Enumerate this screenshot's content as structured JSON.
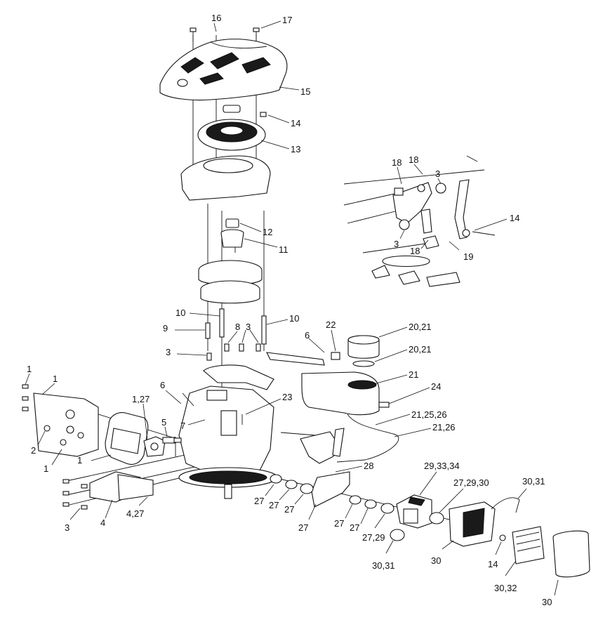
{
  "diagram": {
    "callouts": [
      {
        "id": "c16",
        "label": "16"
      },
      {
        "id": "c17",
        "label": "17"
      },
      {
        "id": "c15",
        "label": "15"
      },
      {
        "id": "c14a",
        "label": "14"
      },
      {
        "id": "c13",
        "label": "13"
      },
      {
        "id": "c12",
        "label": "12"
      },
      {
        "id": "c11",
        "label": "11"
      },
      {
        "id": "c10a",
        "label": "10"
      },
      {
        "id": "c10b",
        "label": "10"
      },
      {
        "id": "c9",
        "label": "9"
      },
      {
        "id": "c8",
        "label": "8"
      },
      {
        "id": "c3a",
        "label": "3"
      },
      {
        "id": "c3b",
        "label": "3"
      },
      {
        "id": "c6a",
        "label": "6"
      },
      {
        "id": "c22",
        "label": "22"
      },
      {
        "id": "c20a",
        "label": "20,21"
      },
      {
        "id": "c20b",
        "label": "20,21"
      },
      {
        "id": "c21a",
        "label": "21"
      },
      {
        "id": "c24",
        "label": "24"
      },
      {
        "id": "c21b",
        "label": "21,25,26"
      },
      {
        "id": "c21c",
        "label": "21,26"
      },
      {
        "id": "c23",
        "label": "23"
      },
      {
        "id": "c6b",
        "label": "6"
      },
      {
        "id": "c7",
        "label": "7"
      },
      {
        "id": "c5",
        "label": "5"
      },
      {
        "id": "c127",
        "label": "1,27"
      },
      {
        "id": "c1a",
        "label": "1"
      },
      {
        "id": "c1b",
        "label": "1"
      },
      {
        "id": "c1c",
        "label": "1"
      },
      {
        "id": "c1d",
        "label": "1"
      },
      {
        "id": "c2",
        "label": "2"
      },
      {
        "id": "c3c",
        "label": "3"
      },
      {
        "id": "c4",
        "label": "4"
      },
      {
        "id": "c427",
        "label": "4,27"
      },
      {
        "id": "c28",
        "label": "28"
      },
      {
        "id": "c27a",
        "label": "27"
      },
      {
        "id": "c27b",
        "label": "27"
      },
      {
        "id": "c27c",
        "label": "27"
      },
      {
        "id": "c27d",
        "label": "27"
      },
      {
        "id": "c27e",
        "label": "27"
      },
      {
        "id": "c27f",
        "label": "27"
      },
      {
        "id": "c2729",
        "label": "27,29"
      },
      {
        "id": "c3031a",
        "label": "30,31"
      },
      {
        "id": "c293334",
        "label": "29,33,34"
      },
      {
        "id": "c272930",
        "label": "27,29,30"
      },
      {
        "id": "c3031b",
        "label": "30,31"
      },
      {
        "id": "c30a",
        "label": "30"
      },
      {
        "id": "c14b",
        "label": "14"
      },
      {
        "id": "c3032",
        "label": "30,32"
      },
      {
        "id": "c30b",
        "label": "30"
      },
      {
        "id": "c18a",
        "label": "18"
      },
      {
        "id": "c18b",
        "label": "18"
      },
      {
        "id": "c3d",
        "label": "3"
      },
      {
        "id": "c14c",
        "label": "14"
      },
      {
        "id": "c3e",
        "label": "3"
      },
      {
        "id": "c18c",
        "label": "18"
      },
      {
        "id": "c19",
        "label": "19"
      }
    ]
  }
}
